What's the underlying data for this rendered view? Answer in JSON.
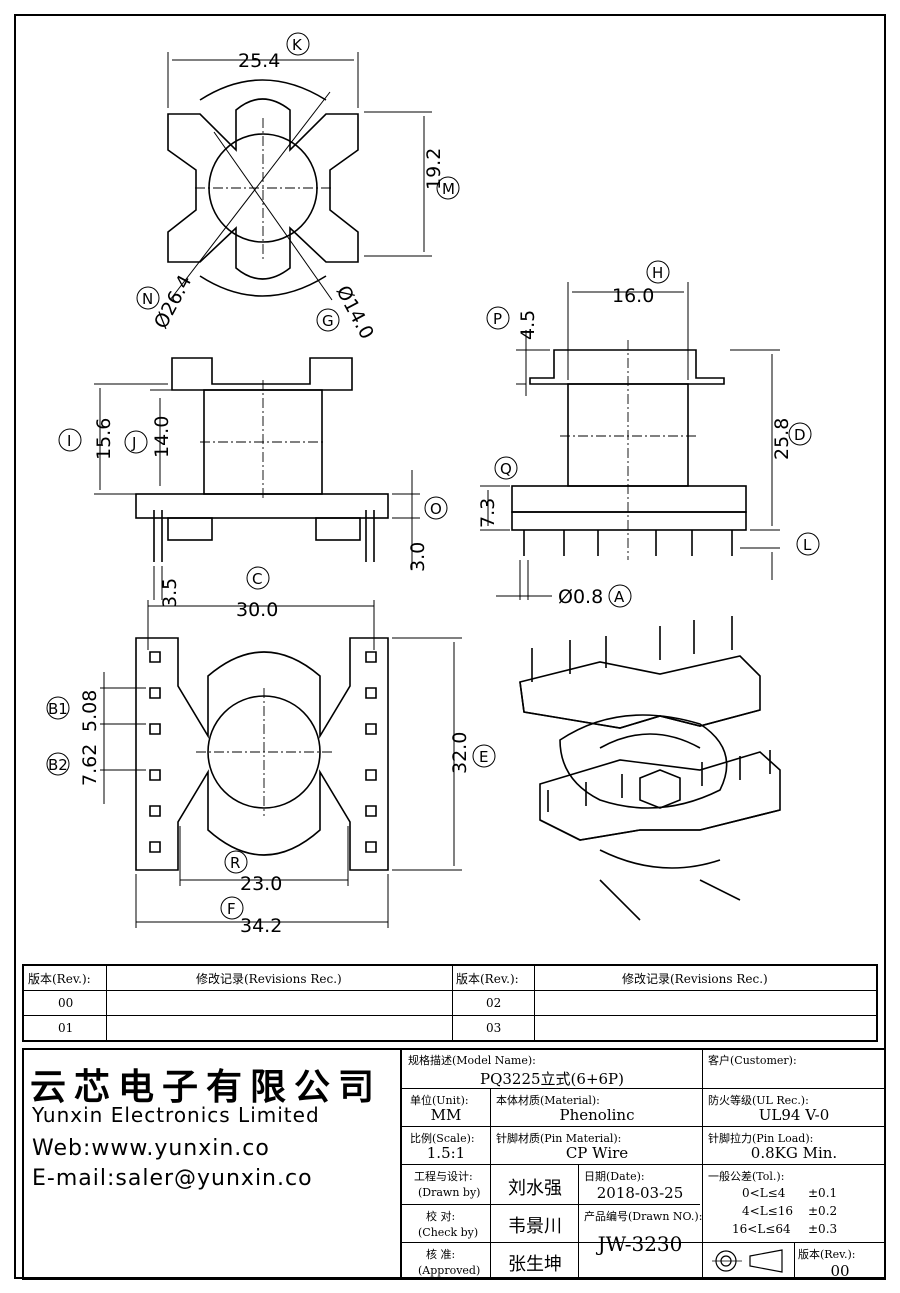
{
  "dims": {
    "k": "25.4",
    "m": "19.2",
    "n": "Ø26.4",
    "g": "Ø14.0",
    "h": "16.0",
    "p": "4.5",
    "d": "25.8",
    "q": "7.3",
    "l": "",
    "a": "Ø0.8",
    "i": "15.6",
    "j": "14.0",
    "o": "3.0",
    "c_offset": "3.5",
    "c": "30.0",
    "b1": "5.08",
    "b2": "7.62",
    "e": "32.0",
    "r": "23.0",
    "f": "34.2"
  },
  "callouts": {
    "k": "K",
    "m": "M",
    "n": "N",
    "g": "G",
    "h": "H",
    "p": "P",
    "d": "D",
    "q": "Q",
    "l": "L",
    "a": "A",
    "i": "I",
    "j": "J",
    "o": "O",
    "c": "C",
    "b1": "B1",
    "b2": "B2",
    "e": "E",
    "r": "R",
    "f": "F"
  },
  "revisions": {
    "header_rev": "版本(Rev.):",
    "header_rec": "修改记录(Revisions Rec.)",
    "rows_left": [
      "00",
      "01"
    ],
    "rows_right": [
      "02",
      "03"
    ]
  },
  "company": {
    "name_cn": "云芯电子有限公司",
    "name_en": "Yunxin Electronics Limited",
    "web": "Web:www.yunxin.co",
    "email": "E-mail:saler@yunxin.co"
  },
  "title_block": {
    "model_label": "规格描述(Model Name):",
    "model_value": "PQ3225立式(6+6P)",
    "customer_label": "客户(Customer):",
    "customer_value": "",
    "unit_label": "单位(Unit):",
    "unit_value": "MM",
    "material_label": "本体材质(Material):",
    "material_value": "Phenolinc",
    "ul_label": "防火等级(UL Rec.):",
    "ul_value": "UL94 V-0",
    "scale_label": "比例(Scale):",
    "scale_value": "1.5:1",
    "pin_material_label": "针脚材质(Pin Material):",
    "pin_material_value": "CP Wire",
    "pin_load_label": "针脚拉力(Pin Load):",
    "pin_load_value": "0.8KG Min.",
    "drawn_label": "工程与设计:",
    "drawn_label2": "(Drawn by)",
    "drawn_value": "刘水强",
    "date_label": "日期(Date):",
    "date_value": "2018-03-25",
    "check_label": "校  对:",
    "check_label2": "(Check by)",
    "check_value": "韦景川",
    "drawn_no_label": "产品编号(Drawn NO.):",
    "drawn_no_value": "JW-3230",
    "approved_label": "核  准:",
    "approved_label2": "(Approved)",
    "approved_value": "张生坤",
    "tol_label": "一般公差(Tol.):",
    "tol_rows": [
      {
        "range": "0<L≤4",
        "tol": "±0.1"
      },
      {
        "range": "4<L≤16",
        "tol": "±0.2"
      },
      {
        "range": "16<L≤64",
        "tol": "±0.3"
      }
    ],
    "rev_label": "版本(Rev.):",
    "rev_value": "00"
  }
}
